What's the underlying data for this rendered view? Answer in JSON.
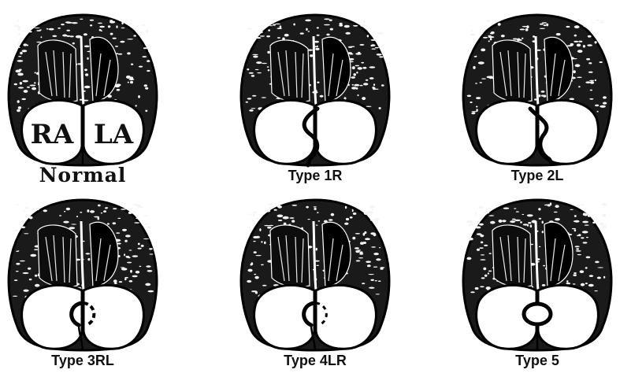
{
  "panels": [
    {
      "caption": "Normal",
      "type": "normal",
      "chamber_labels": [
        "RA",
        "LA"
      ]
    },
    {
      "caption": "Type 1R",
      "type": "1R"
    },
    {
      "caption": "Type 2L",
      "type": "2L"
    },
    {
      "caption": "Type 3RL",
      "type": "3RL"
    },
    {
      "caption": "Type 4LR",
      "type": "4LR"
    },
    {
      "caption": "Type 5",
      "type": "5"
    }
  ]
}
